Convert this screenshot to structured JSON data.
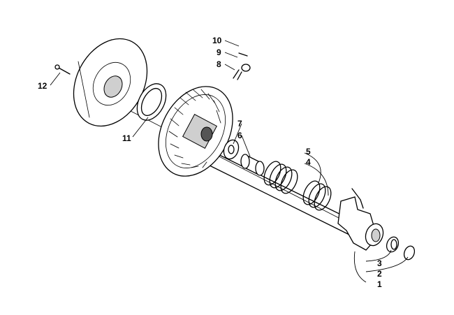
{
  "callouts": [
    {
      "id": "1",
      "label": "1"
    },
    {
      "id": "2",
      "label": "2"
    },
    {
      "id": "3",
      "label": "3"
    },
    {
      "id": "4",
      "label": "4"
    },
    {
      "id": "5",
      "label": "5"
    },
    {
      "id": "6",
      "label": "6"
    },
    {
      "id": "7",
      "label": "7"
    },
    {
      "id": "8",
      "label": "8"
    },
    {
      "id": "9",
      "label": "9"
    },
    {
      "id": "10",
      "label": "10"
    },
    {
      "id": "11",
      "label": "11"
    },
    {
      "id": "12",
      "label": "12"
    }
  ],
  "colors": {
    "line": "#000000",
    "background": "#ffffff",
    "shading": "#cfcfcf"
  }
}
